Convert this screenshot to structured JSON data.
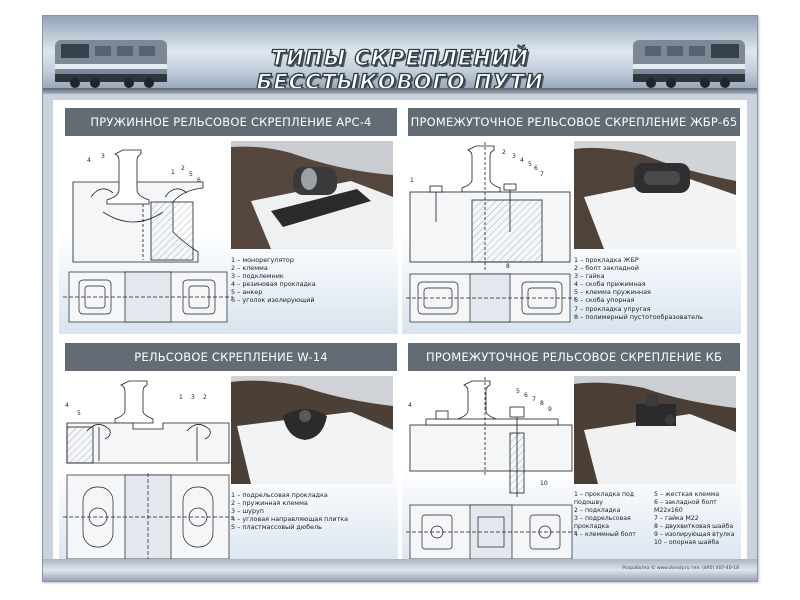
{
  "title": "ТИПЫ СКРЕПЛЕНИЙ БЕССТЫКОВОГО ПУТИ",
  "footer": "Разработка © www.stendy.ru  тел. (495) 407-40-18",
  "panels": [
    {
      "heading": "ПРУЖИННОЕ РЕЛЬСОВОЕ СКРЕПЛЕНИЕ АРС-4",
      "legend": [
        "1 – монорегулятор",
        "2 – клемма",
        "3 – подклемник",
        "4 – резиновая прокладка",
        "5 – анкер",
        "6 – уголок изолирующий"
      ],
      "callouts": [
        "4",
        "3",
        "1",
        "2",
        "5",
        "6"
      ]
    },
    {
      "heading": "ПРОМЕЖУТОЧНОЕ РЕЛЬСОВОЕ СКРЕПЛЕНИЕ ЖБР-65",
      "legend": [
        "1 – прокладка ЖБР",
        "2 – болт закладной",
        "3 – гайка",
        "4 – скоба прижимная",
        "5 – клемма пружинная",
        "6 – скоба упорная",
        "7 – прокладка упругая",
        "8 – полимерный пустотообразователь"
      ],
      "callouts": [
        "1",
        "2",
        "3",
        "4",
        "5",
        "6",
        "7",
        "8"
      ]
    },
    {
      "heading": "РЕЛЬСОВОЕ СКРЕПЛЕНИЕ W-14",
      "legend": [
        "1 – подрельсовая прокладка",
        "2 – пружинная клемма",
        "3 – шуруп",
        "4 – угловая направляющая плитка",
        "5 – пластмассовый дюбель"
      ],
      "callouts": [
        "4",
        "5",
        "1",
        "3",
        "2"
      ]
    },
    {
      "heading": "ПРОМЕЖУТОЧНОЕ РЕЛЬСОВОЕ СКРЕПЛЕНИЕ КБ",
      "legend_left": [
        "1 – прокладка под",
        "подошву",
        "2 – подкладка",
        "3 – подрельсовая",
        "прокладка",
        "4 – клеммный болт"
      ],
      "legend_right": [
        "5 – жесткая клемма",
        "6 – закладной болт М22х160",
        "7 – гайка М22",
        "8 – двухвитковая шайба",
        "9 – изолирующая втулка",
        "10 – опорная шайба"
      ],
      "callouts": [
        "4",
        "5",
        "6",
        "7",
        "8",
        "9",
        "10"
      ]
    }
  ]
}
